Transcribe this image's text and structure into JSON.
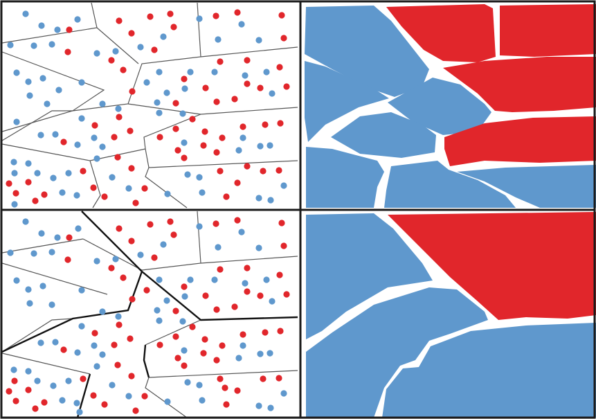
{
  "colors": {
    "red": "#e1262b",
    "blue": "#5f98cd",
    "line": "#555555",
    "boundary": "#111111",
    "frame": "#1a1a1a",
    "background": "#ffffff"
  },
  "panels": [
    {
      "name": "panel-top-left-points",
      "kind": "points-partition"
    },
    {
      "name": "panel-top-right-regions",
      "kind": "colored-regions"
    },
    {
      "name": "panel-bottom-left-points",
      "kind": "points-partition-with-boundary"
    },
    {
      "name": "panel-bottom-right-regions",
      "kind": "merged-regions"
    }
  ],
  "legend": {}
}
